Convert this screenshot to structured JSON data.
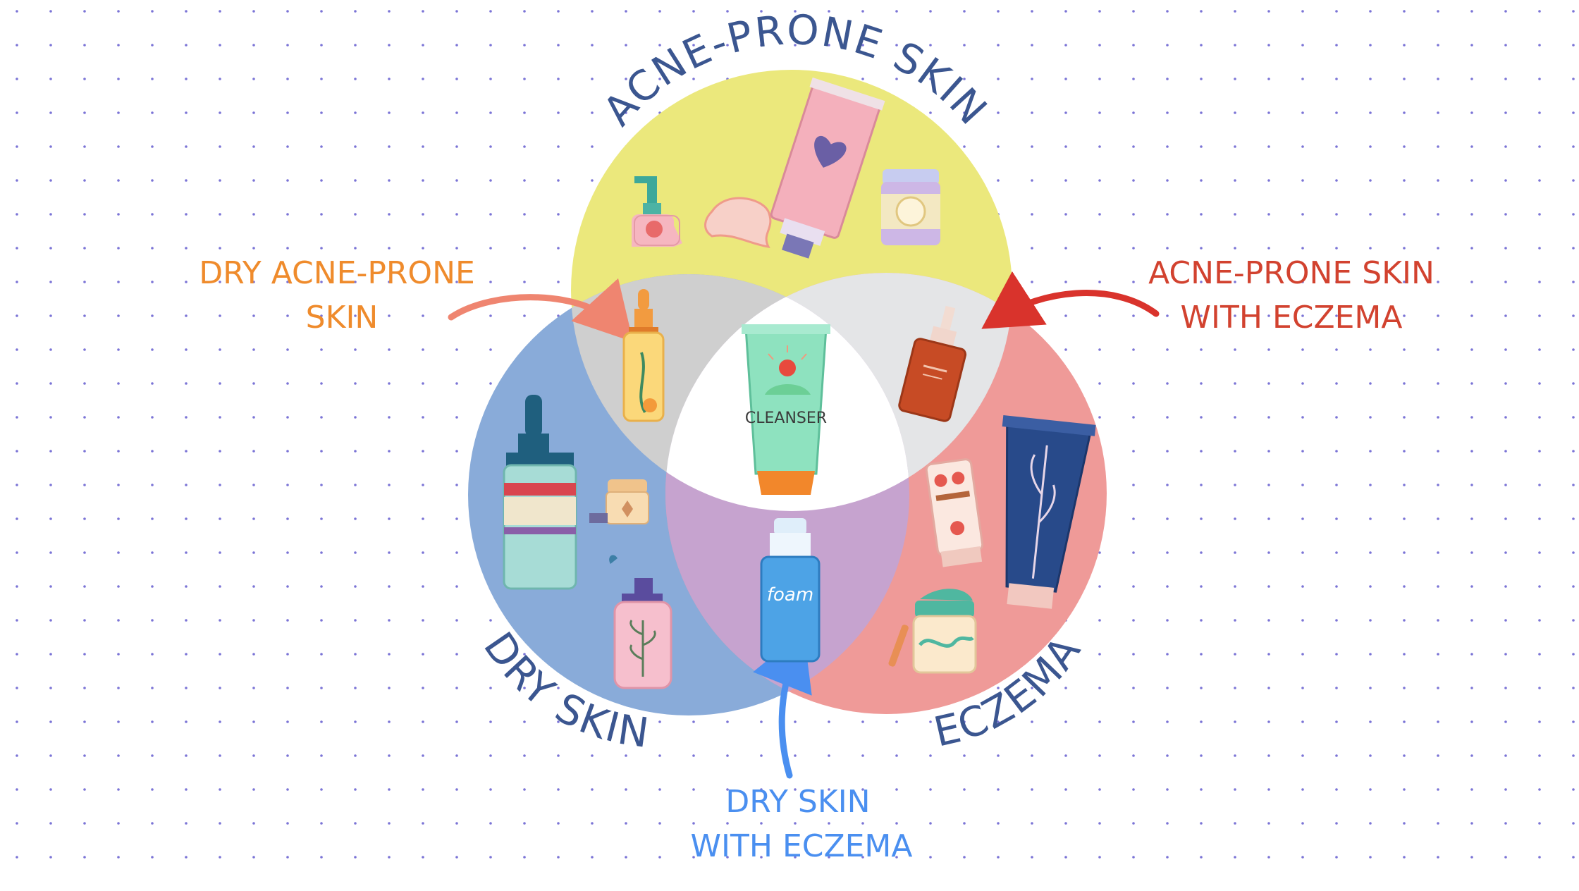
{
  "circles": {
    "top": {
      "label": "ACNE-PRONE SKIN",
      "color": "#ebe87c"
    },
    "left": {
      "label": "DRY SKIN",
      "color": "#89abd9"
    },
    "right": {
      "label": "ECZEMA",
      "color": "#ef9a98"
    }
  },
  "overlaps": {
    "top_left": {
      "color": "#cfcfcf"
    },
    "top_right": {
      "color": "#e4e5e7"
    },
    "left_right": {
      "color": "#c6a3cf"
    },
    "center": {
      "color": "#ffffff"
    }
  },
  "callouts": {
    "dry_acne": {
      "lines": [
        "DRY ACNE-PRONE",
        "SKIN"
      ],
      "color": "#ef8b2c"
    },
    "acne_eczema": {
      "lines": [
        "ACNE-PRONE SKIN",
        "WITH ECZEMA"
      ],
      "color": "#d2422f"
    },
    "dry_eczema": {
      "lines": [
        "DRY SKIN",
        "WITH ECZEMA"
      ],
      "color": "#4a8ff0"
    }
  },
  "label_color": "#3b5690",
  "dot_color": "#7b74d6",
  "products": {
    "center_tube": "CLEANSER",
    "foam_bottle": "foam"
  },
  "icons": [
    "pump-bottle-icon",
    "gua-sha-icon",
    "cream-tube-icon",
    "jar-icon",
    "dropper-bottle-icon",
    "serum-bottle-icon",
    "cleanser-tube-icon",
    "large-dropper-bottle-icon",
    "small-jar-icon",
    "spray-bottle-icon",
    "foam-bottle-icon",
    "strawberry-tube-icon",
    "blue-tube-icon",
    "cream-jar-icon"
  ]
}
